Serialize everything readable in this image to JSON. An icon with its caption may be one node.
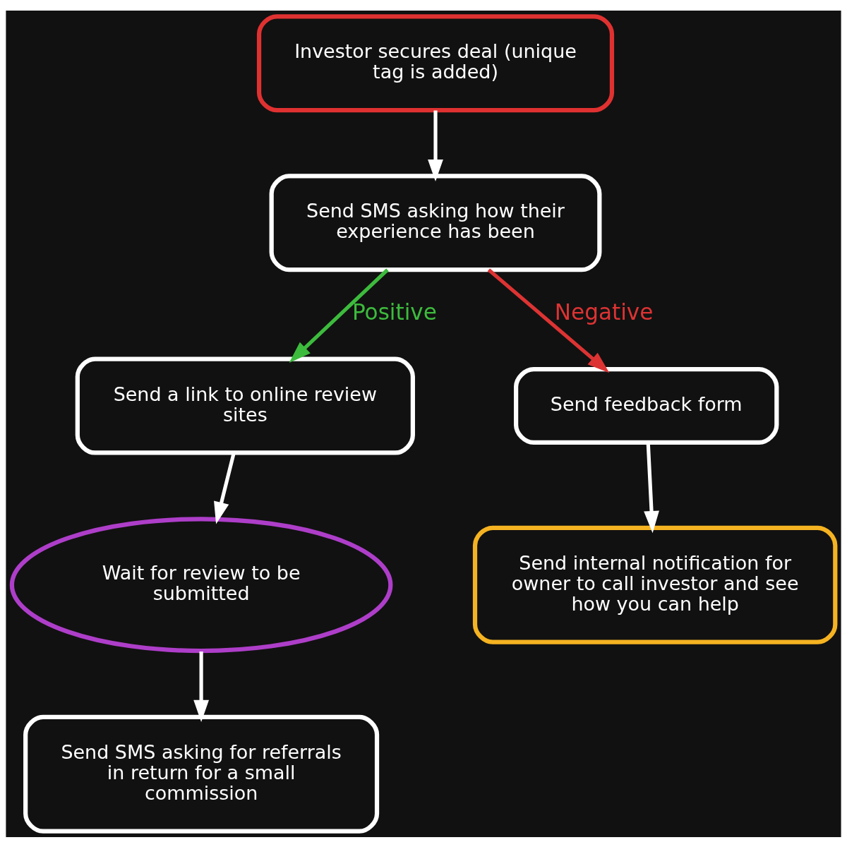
{
  "diagram": {
    "nodes": [
      {
        "text": [
          "Investor secures deal (unique tag is added)"
        ]
      },
      {
        "text": [
          "Send SMS asking how their experience has been"
        ]
      },
      {
        "text": [
          "Send a link to online review sites"
        ]
      },
      {
        "text": [
          "Send feedback form"
        ]
      },
      {
        "text": [
          "Wait for review to be submitted"
        ]
      },
      {
        "text": [
          "Send internal notification for owner to call investor and see how you can help"
        ]
      },
      {
        "text": [
          "Send SMS asking for referrals in return for a small commission"
        ]
      }
    ],
    "edges": [
      {
        "from": 0,
        "to": 1,
        "arrow": "to"
      },
      {
        "from": 1,
        "to": 2,
        "arrow": "to",
        "label": "Positive",
        "color": "#3dbb3d"
      },
      {
        "from": 1,
        "to": 3,
        "arrow": "to",
        "label": "Negative",
        "color": "#dd3333"
      },
      {
        "from": 2,
        "to": 4,
        "arrow": "to"
      },
      {
        "from": 3,
        "to": 5,
        "arrow": "to"
      },
      {
        "from": 4,
        "to": 6,
        "arrow": "to"
      }
    ]
  }
}
